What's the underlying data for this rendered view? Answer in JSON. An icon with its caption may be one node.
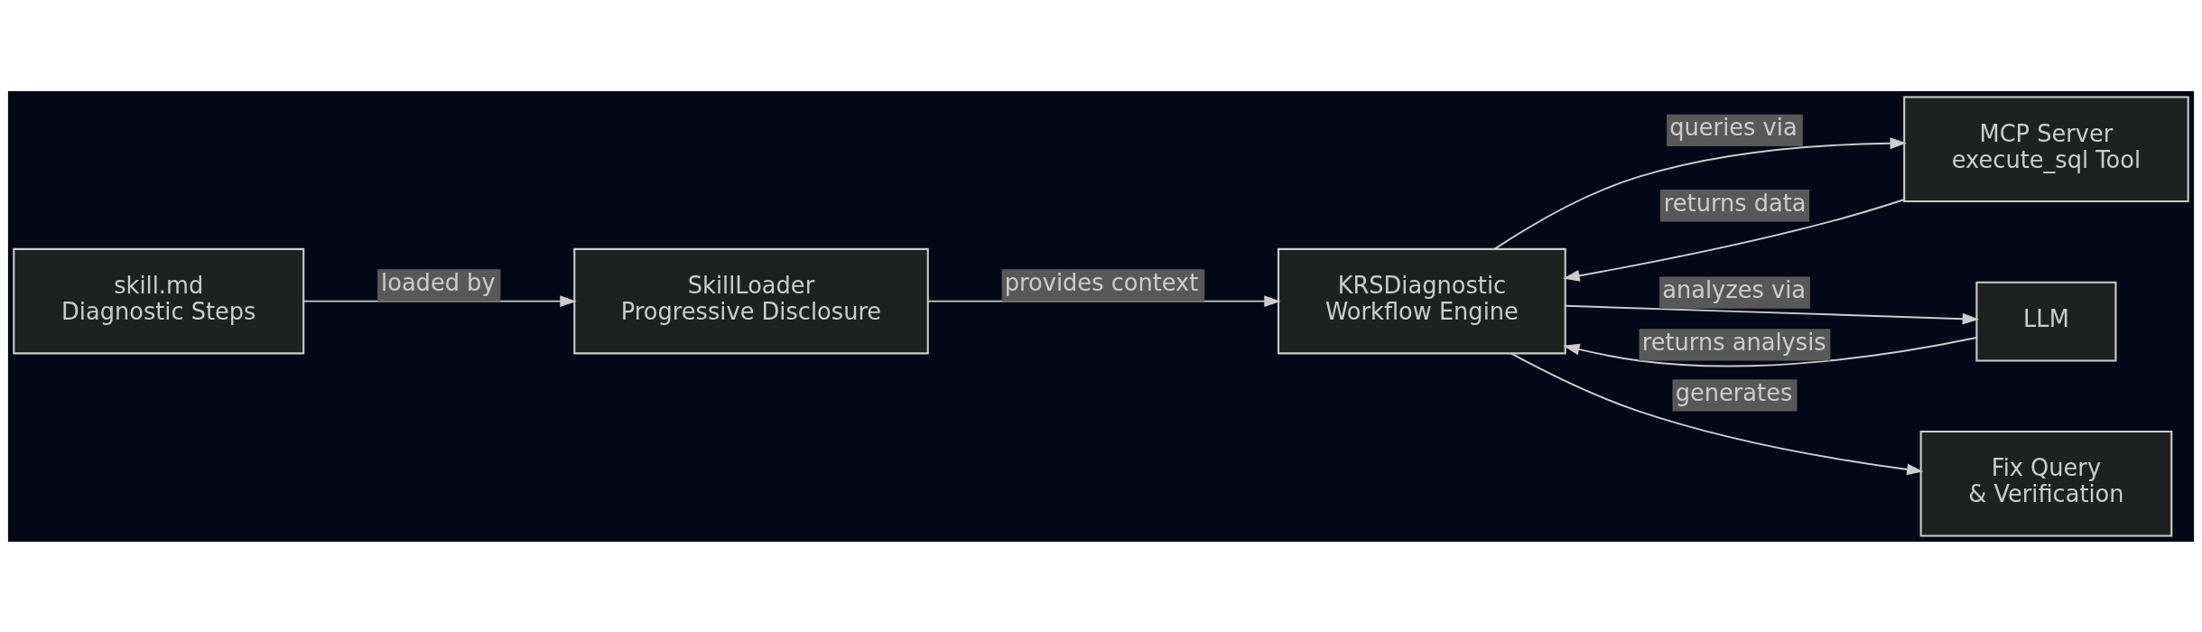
{
  "diagram": {
    "nodes": [
      {
        "text": [
          "skill.md",
          "Diagnostic Steps"
        ]
      },
      {
        "text": [
          "SkillLoader",
          "Progressive Disclosure"
        ]
      },
      {
        "text": [
          "KRSDiagnostic",
          "Workflow Engine"
        ]
      },
      {
        "text": [
          "MCP Server",
          "execute_sql Tool"
        ]
      },
      {
        "text": [
          "LLM"
        ]
      },
      {
        "text": [
          "Fix Query",
          "& Verification"
        ]
      }
    ],
    "edges": [
      {
        "from": 0,
        "to": 1,
        "arrow": "to",
        "label": "loaded by"
      },
      {
        "from": 1,
        "to": 2,
        "arrow": "to",
        "label": "provides context"
      },
      {
        "from": 2,
        "to": 3,
        "arrow": "to",
        "label": "queries via"
      },
      {
        "from": 3,
        "to": 2,
        "arrow": "to",
        "label": "returns data"
      },
      {
        "from": 2,
        "to": 4,
        "arrow": "to",
        "label": "analyzes via"
      },
      {
        "from": 4,
        "to": 2,
        "arrow": "to",
        "label": "returns analysis"
      },
      {
        "from": 2,
        "to": 5,
        "arrow": "to",
        "label": "generates"
      }
    ]
  }
}
